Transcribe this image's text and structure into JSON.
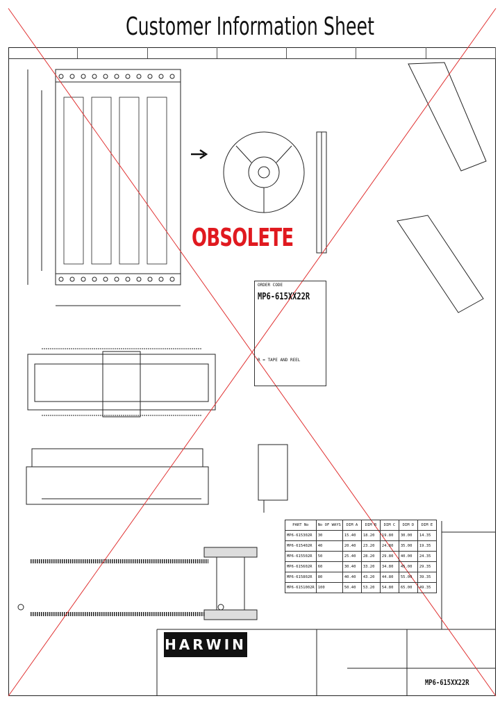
{
  "title": "Customer Information Sheet",
  "stamp": "OBSOLETE",
  "order": {
    "heading": "ORDER CODE",
    "code": "MP6-615XX22R",
    "suffix": "R = TAPE AND REEL"
  },
  "part_number": "MP6-615XX22R",
  "company_logo": "HARWIN",
  "table": {
    "headers": [
      "PART No",
      "No OF WAYS",
      "DIM A",
      "DIM B",
      "DIM C",
      "DIM D",
      "DIM E"
    ],
    "rows": [
      [
        "MP6-615302R",
        "30",
        "15.40",
        "18.20",
        "19.80",
        "30.00",
        "14.35"
      ],
      [
        "MP6-615402R",
        "40",
        "20.40",
        "23.20",
        "24.80",
        "35.00",
        "19.35"
      ],
      [
        "MP6-615502R",
        "50",
        "25.40",
        "28.20",
        "29.80",
        "40.00",
        "24.35"
      ],
      [
        "MP6-615602R",
        "60",
        "30.40",
        "33.20",
        "34.80",
        "45.00",
        "29.35"
      ],
      [
        "MP6-615802R",
        "80",
        "40.40",
        "43.20",
        "44.80",
        "55.00",
        "39.35"
      ],
      [
        "MP6-6151002R",
        "100",
        "50.40",
        "53.20",
        "54.80",
        "65.00",
        "49.35"
      ]
    ]
  }
}
